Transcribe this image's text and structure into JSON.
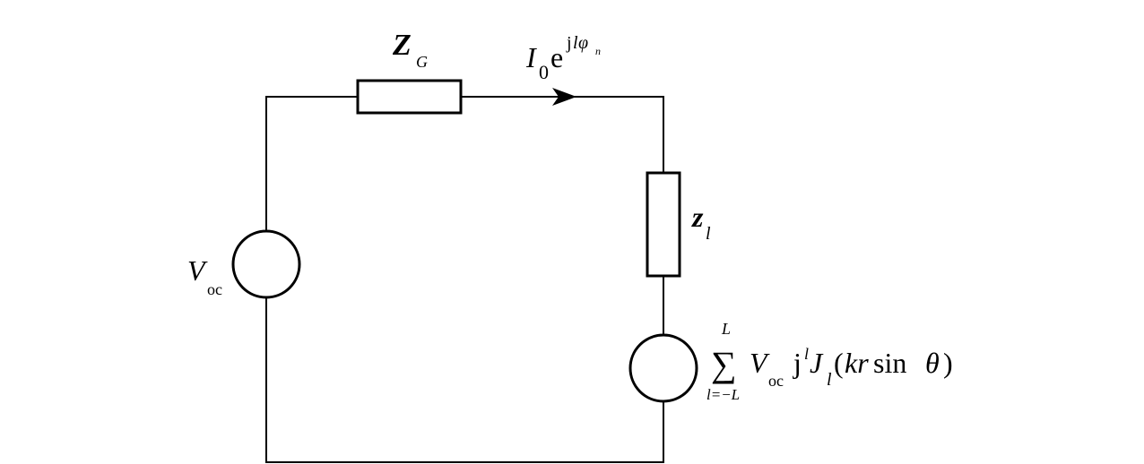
{
  "labels": {
    "source_impedance": {
      "symbol": "Z",
      "subscript": "G"
    },
    "current": {
      "symbol": "I",
      "subscript": "0",
      "exp_base": "e",
      "exp_j": "j",
      "exp_l": "l",
      "exp_phi": "φ",
      "exp_phi_sub": "n"
    },
    "load_impedance": {
      "symbol": "z",
      "subscript": "l"
    },
    "open_circuit_voltage": {
      "symbol": "V",
      "subscript": "oc"
    },
    "series_source": {
      "sum_symbol": "∑",
      "upper_limit": "L",
      "lower_limit": "l=−L",
      "v_symbol": "V",
      "v_subscript": "oc",
      "j": "j",
      "j_superscript": "l",
      "bessel": "J",
      "bessel_subscript": "l",
      "argument_open": "(",
      "argument_kr": "kr",
      "argument_sin": "sin",
      "argument_theta": "θ",
      "argument_close": ")"
    }
  }
}
